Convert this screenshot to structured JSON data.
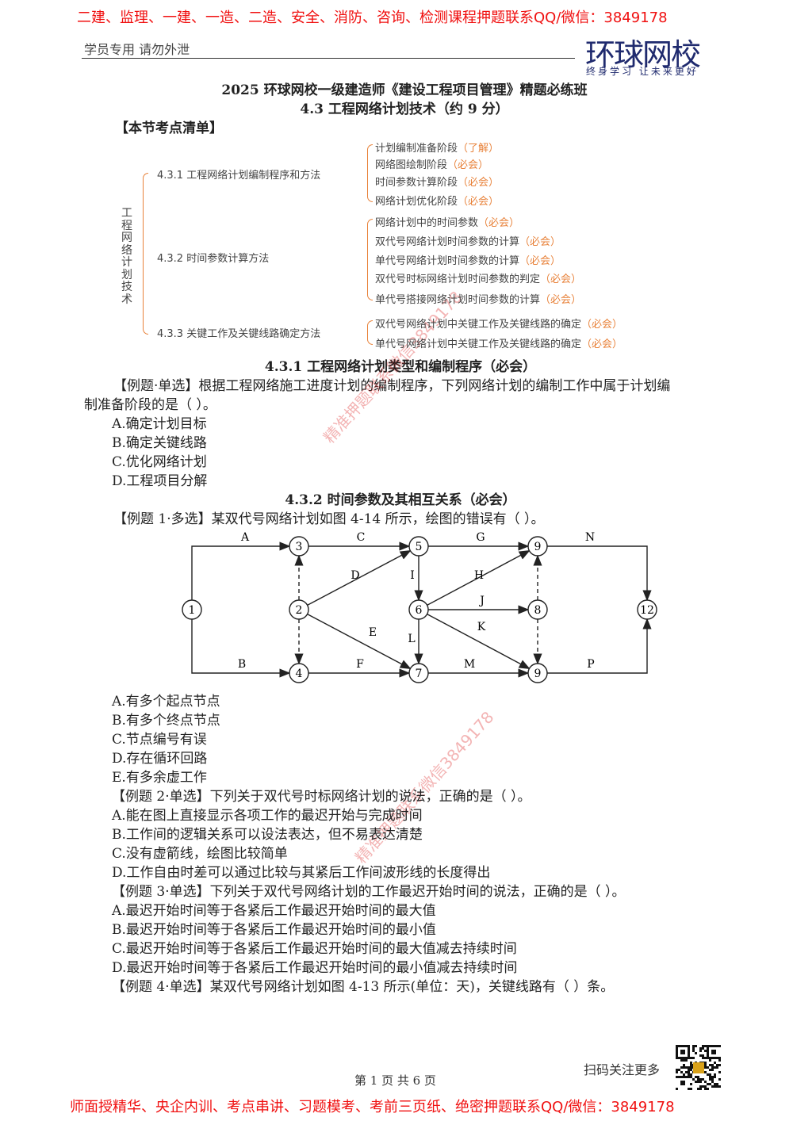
{
  "banner_top": "二建、监理、一建、一造、二造、安全、消防、咨询、检测课程押题联系QQ/微信：3849178",
  "header": {
    "note": "学员专用 请勿外泄",
    "logo": "环球网校",
    "slogan": "终身学习 让未来更好"
  },
  "title": "2025 环球网校一级建造师《建设工程项目管理》精题必练班",
  "subtitle": "4.3 工程网络计划技术（约 9 分）",
  "checklist_heading": "【本节考点清单】",
  "mindmap": {
    "root": "工程网络计划技术",
    "branches": [
      {
        "label": "4.3.1  工程网络计划编制程序和方法",
        "items": [
          [
            "计划编制准备阶段",
            "（了解）"
          ],
          [
            "网络图绘制阶段",
            "（必会）"
          ],
          [
            "时间参数计算阶段",
            "（必会）"
          ],
          [
            "网络计划优化阶段",
            "（必会）"
          ]
        ]
      },
      {
        "label": "4.3.2  时间参数计算方法",
        "items": [
          [
            "网络计划中的时间参数",
            "（必会）"
          ],
          [
            "双代号网络计划时间参数的计算",
            "（必会）"
          ],
          [
            "单代号网络计划时间参数的计算",
            "（必会）"
          ],
          [
            "双代号时标网络计划时间参数的判定",
            "（必会）"
          ],
          [
            "单代号搭接网络计划时间参数的计算",
            "（必会）"
          ]
        ]
      },
      {
        "label": "4.3.3  关键工作及关键线路确定方法",
        "items": [
          [
            "双代号网络计划中关键工作及关键线路的确定",
            "（必会）"
          ],
          [
            "单代号网络计划中关键工作及关键线路的确定",
            "（必会）"
          ]
        ]
      }
    ]
  },
  "section1": {
    "heading": "4.3.1 工程网络计划类型和编制程序（必会）",
    "q_line1": "【例题·单选】根据工程网络施工进度计划的编制程序，下列网络计划的编制工作中属于计划编",
    "q_line2": "制准备阶段的是（    ）。",
    "options": [
      "A.确定计划目标",
      "B.确定关键线路",
      "C.优化网络计划",
      "D.工程项目分解"
    ]
  },
  "section2": {
    "heading": "4.3.2 时间参数及其相互关系（必会）",
    "q1": "【例题 1·多选】某双代号网络计划如图 4-14 所示，绘图的错误有（    ）。",
    "diagram": {
      "nodes": [
        "1",
        "2",
        "3",
        "4",
        "5",
        "6",
        "7",
        "8",
        "9",
        "9",
        "12"
      ],
      "edges": [
        "A",
        "B",
        "C",
        "D",
        "E",
        "F",
        "G",
        "H",
        "I",
        "J",
        "K",
        "L",
        "M",
        "N",
        "P"
      ]
    },
    "q1_options": [
      "A.有多个起点节点",
      "B.有多个终点节点",
      "C.节点编号有误",
      "D.存在循环回路",
      "E.有多余虚工作"
    ],
    "q2": "【例题 2·单选】下列关于双代号时标网络计划的说法，正确的是（    ）。",
    "q2_options": [
      "A.能在图上直接显示各项工作的最迟开始与完成时间",
      "B.工作间的逻辑关系可以设法表达，但不易表达清楚",
      "C.没有虚箭线，绘图比较简单",
      "D.工作自由时差可以通过比较与其紧后工作间波形线的长度得出"
    ],
    "q3": "【例题 3·单选】下列关于双代号网络计划的工作最迟开始时间的说法，正确的是（    ）。",
    "q3_options": [
      "A.最迟开始时间等于各紧后工作最迟开始时间的最大值",
      "B.最迟开始时间等于各紧后工作最迟开始时间的最小值",
      "C.最迟开始时间等于各紧后工作最迟开始时间的最大值减去持续时间",
      "D.最迟开始时间等于各紧后工作最迟开始时间的最小值减去持续时间"
    ],
    "q4": "【例题 4·单选】某双代号网络计划如图 4-13 所示(单位：天)，关键线路有（    ）条。"
  },
  "footer": {
    "scan": "扫码关注更多",
    "page": "第 1 页 共 6 页",
    "banner_bottom": "师面授精华、央企内训、考点串讲、习题模考、考前三页纸、绝密押题联系QQ/微信：3849178"
  },
  "watermark": "精准押题联系微信3849178",
  "colors": {
    "banner": "#f01010",
    "accent": "#e8823a",
    "logo": "#1f2a6e"
  }
}
